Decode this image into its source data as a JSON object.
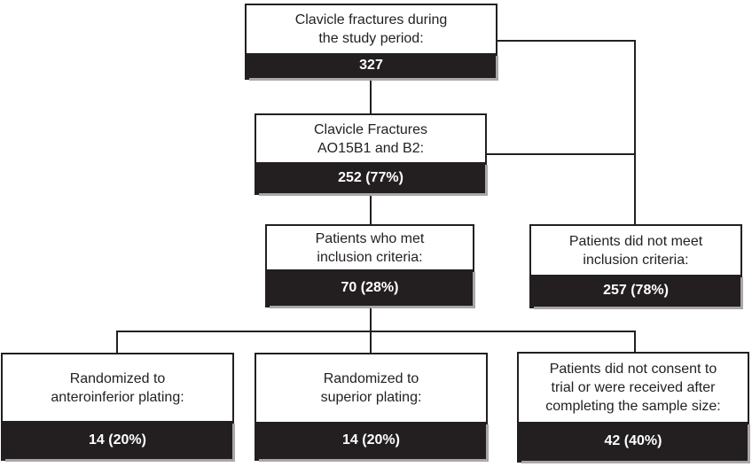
{
  "diagram": {
    "type": "flowchart",
    "description": "Patient enrollment flow diagram for clavicle fracture study",
    "colors": {
      "bar_background": "#231f20",
      "bar_text": "#ffffff",
      "box_border": "#231f20",
      "label_text": "#231f20",
      "page_background": "#ffffff",
      "bar_shadow": "#a9a7a8"
    },
    "nodes": [
      {
        "id": "total-fractures",
        "lines": [
          "Clavicle fractures during",
          "the study period:"
        ],
        "value": "327"
      },
      {
        "id": "ao15b1-b2",
        "lines": [
          "Clavicle Fractures",
          "AO15B1 and B2:"
        ],
        "value": "252 (77%)"
      },
      {
        "id": "met-inclusion",
        "lines": [
          "Patients who met",
          "inclusion criteria:"
        ],
        "value": "70 (28%)"
      },
      {
        "id": "not-met-inclusion",
        "lines": [
          "Patients did not meet",
          "inclusion criteria:"
        ],
        "value": "257 (78%)"
      },
      {
        "id": "anteroinferior-plating",
        "lines": [
          "Randomized to",
          "anteroinferior plating:"
        ],
        "value": "14 (20%)"
      },
      {
        "id": "superior-plating",
        "lines": [
          "Randomized to",
          "superior plating:"
        ],
        "value": "14 (20%)"
      },
      {
        "id": "no-consent",
        "lines": [
          "Patients did not consent to",
          "trial or were received after",
          "completing the sample size:"
        ],
        "value": "42 (40%)"
      }
    ],
    "edges": [
      {
        "from": "total-fractures",
        "to": "ao15b1-b2"
      },
      {
        "from": "total-fractures",
        "to": "not-met-inclusion"
      },
      {
        "from": "ao15b1-b2",
        "to": "met-inclusion"
      },
      {
        "from": "ao15b1-b2",
        "to": "not-met-inclusion"
      },
      {
        "from": "met-inclusion",
        "to": "anteroinferior-plating"
      },
      {
        "from": "met-inclusion",
        "to": "superior-plating"
      },
      {
        "from": "met-inclusion",
        "to": "no-consent"
      }
    ]
  }
}
